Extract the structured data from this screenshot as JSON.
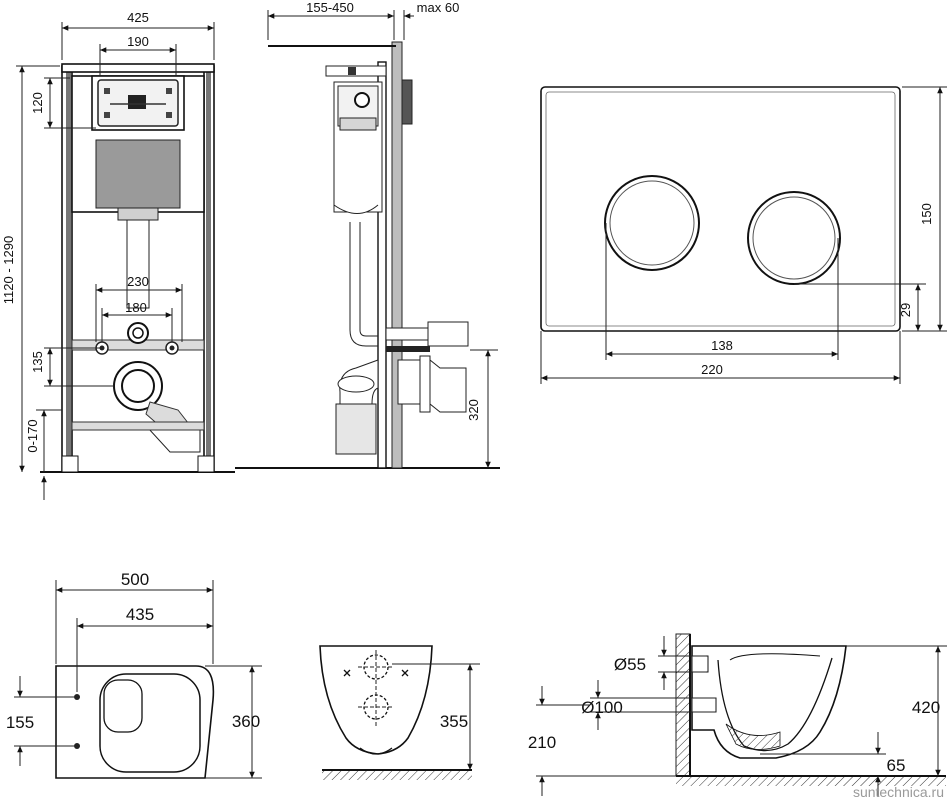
{
  "dimensions": {
    "frame_width": "425",
    "panel_mount_width": "190",
    "panel_mount_height": "120",
    "frame_height": "1120 - 1290",
    "bolt_spacing_outer": "230",
    "bolt_spacing_inner": "180",
    "drain_offset": "135",
    "foot_adjust": "0-170",
    "wall_depth": "155-450",
    "wall_finish_max": "max 60",
    "drain_height": "320",
    "plate_width": "220",
    "plate_height": "150",
    "button_spacing": "138",
    "button_offset": "29",
    "bowl_length": "500",
    "bowl_inner_length": "435",
    "bolt_pitch": "155",
    "bowl_width": "360",
    "bowl_front_width": "355",
    "inlet_diameter": "Ø55",
    "outlet_diameter": "Ø100",
    "outlet_height": "210",
    "bowl_height": "420",
    "outlet_offset": "65"
  },
  "watermark": "suntechnica.ru"
}
